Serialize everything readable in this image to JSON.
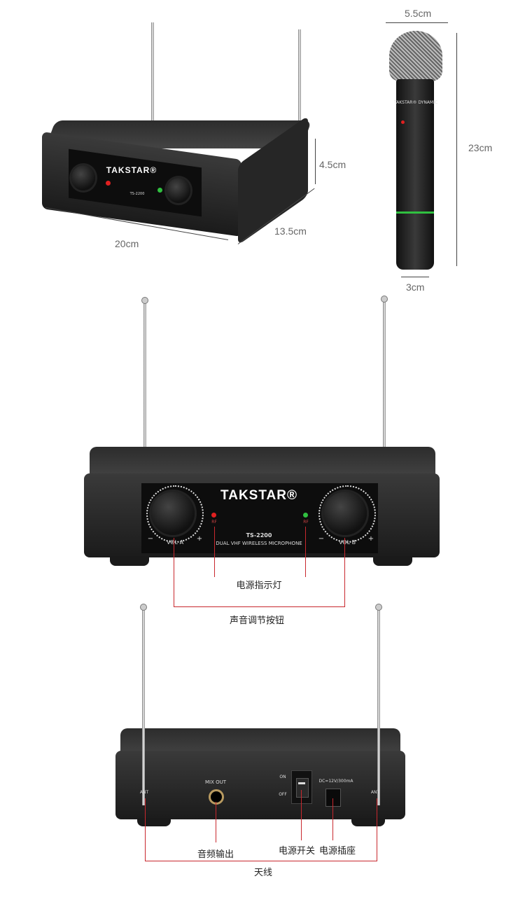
{
  "dimensions": {
    "receiver_width": "20cm",
    "receiver_depth": "13.5cm",
    "receiver_height": "4.5cm",
    "mic_head_diameter": "5.5cm",
    "mic_length": "23cm",
    "mic_handle_diameter": "3cm"
  },
  "device": {
    "brand": "TAKSTAR®",
    "model": "TS-2200",
    "subtitle": "DUAL VHF WIRELESS MICROPHONE",
    "vol_a": "VOL  A",
    "vol_b": "VOL  B",
    "rf": "RF",
    "minus": "−",
    "plus": "+",
    "mic_brand": "TAKSTAR® DYNAMIC",
    "mix_out": "MIX OUT",
    "on": "ON",
    "off": "OFF",
    "dc": "DC=12V/300mA",
    "ant": "ANT"
  },
  "callouts": {
    "power_indicator": "电源指示灯",
    "volume_knob": "声音调节按钮",
    "audio_output": "音频输出",
    "power_switch": "电源开关",
    "power_socket": "电源插座",
    "antenna": "天线"
  },
  "colors": {
    "callout_line": "#c8282e",
    "led_red": "#e02020",
    "led_green": "#30c040"
  }
}
